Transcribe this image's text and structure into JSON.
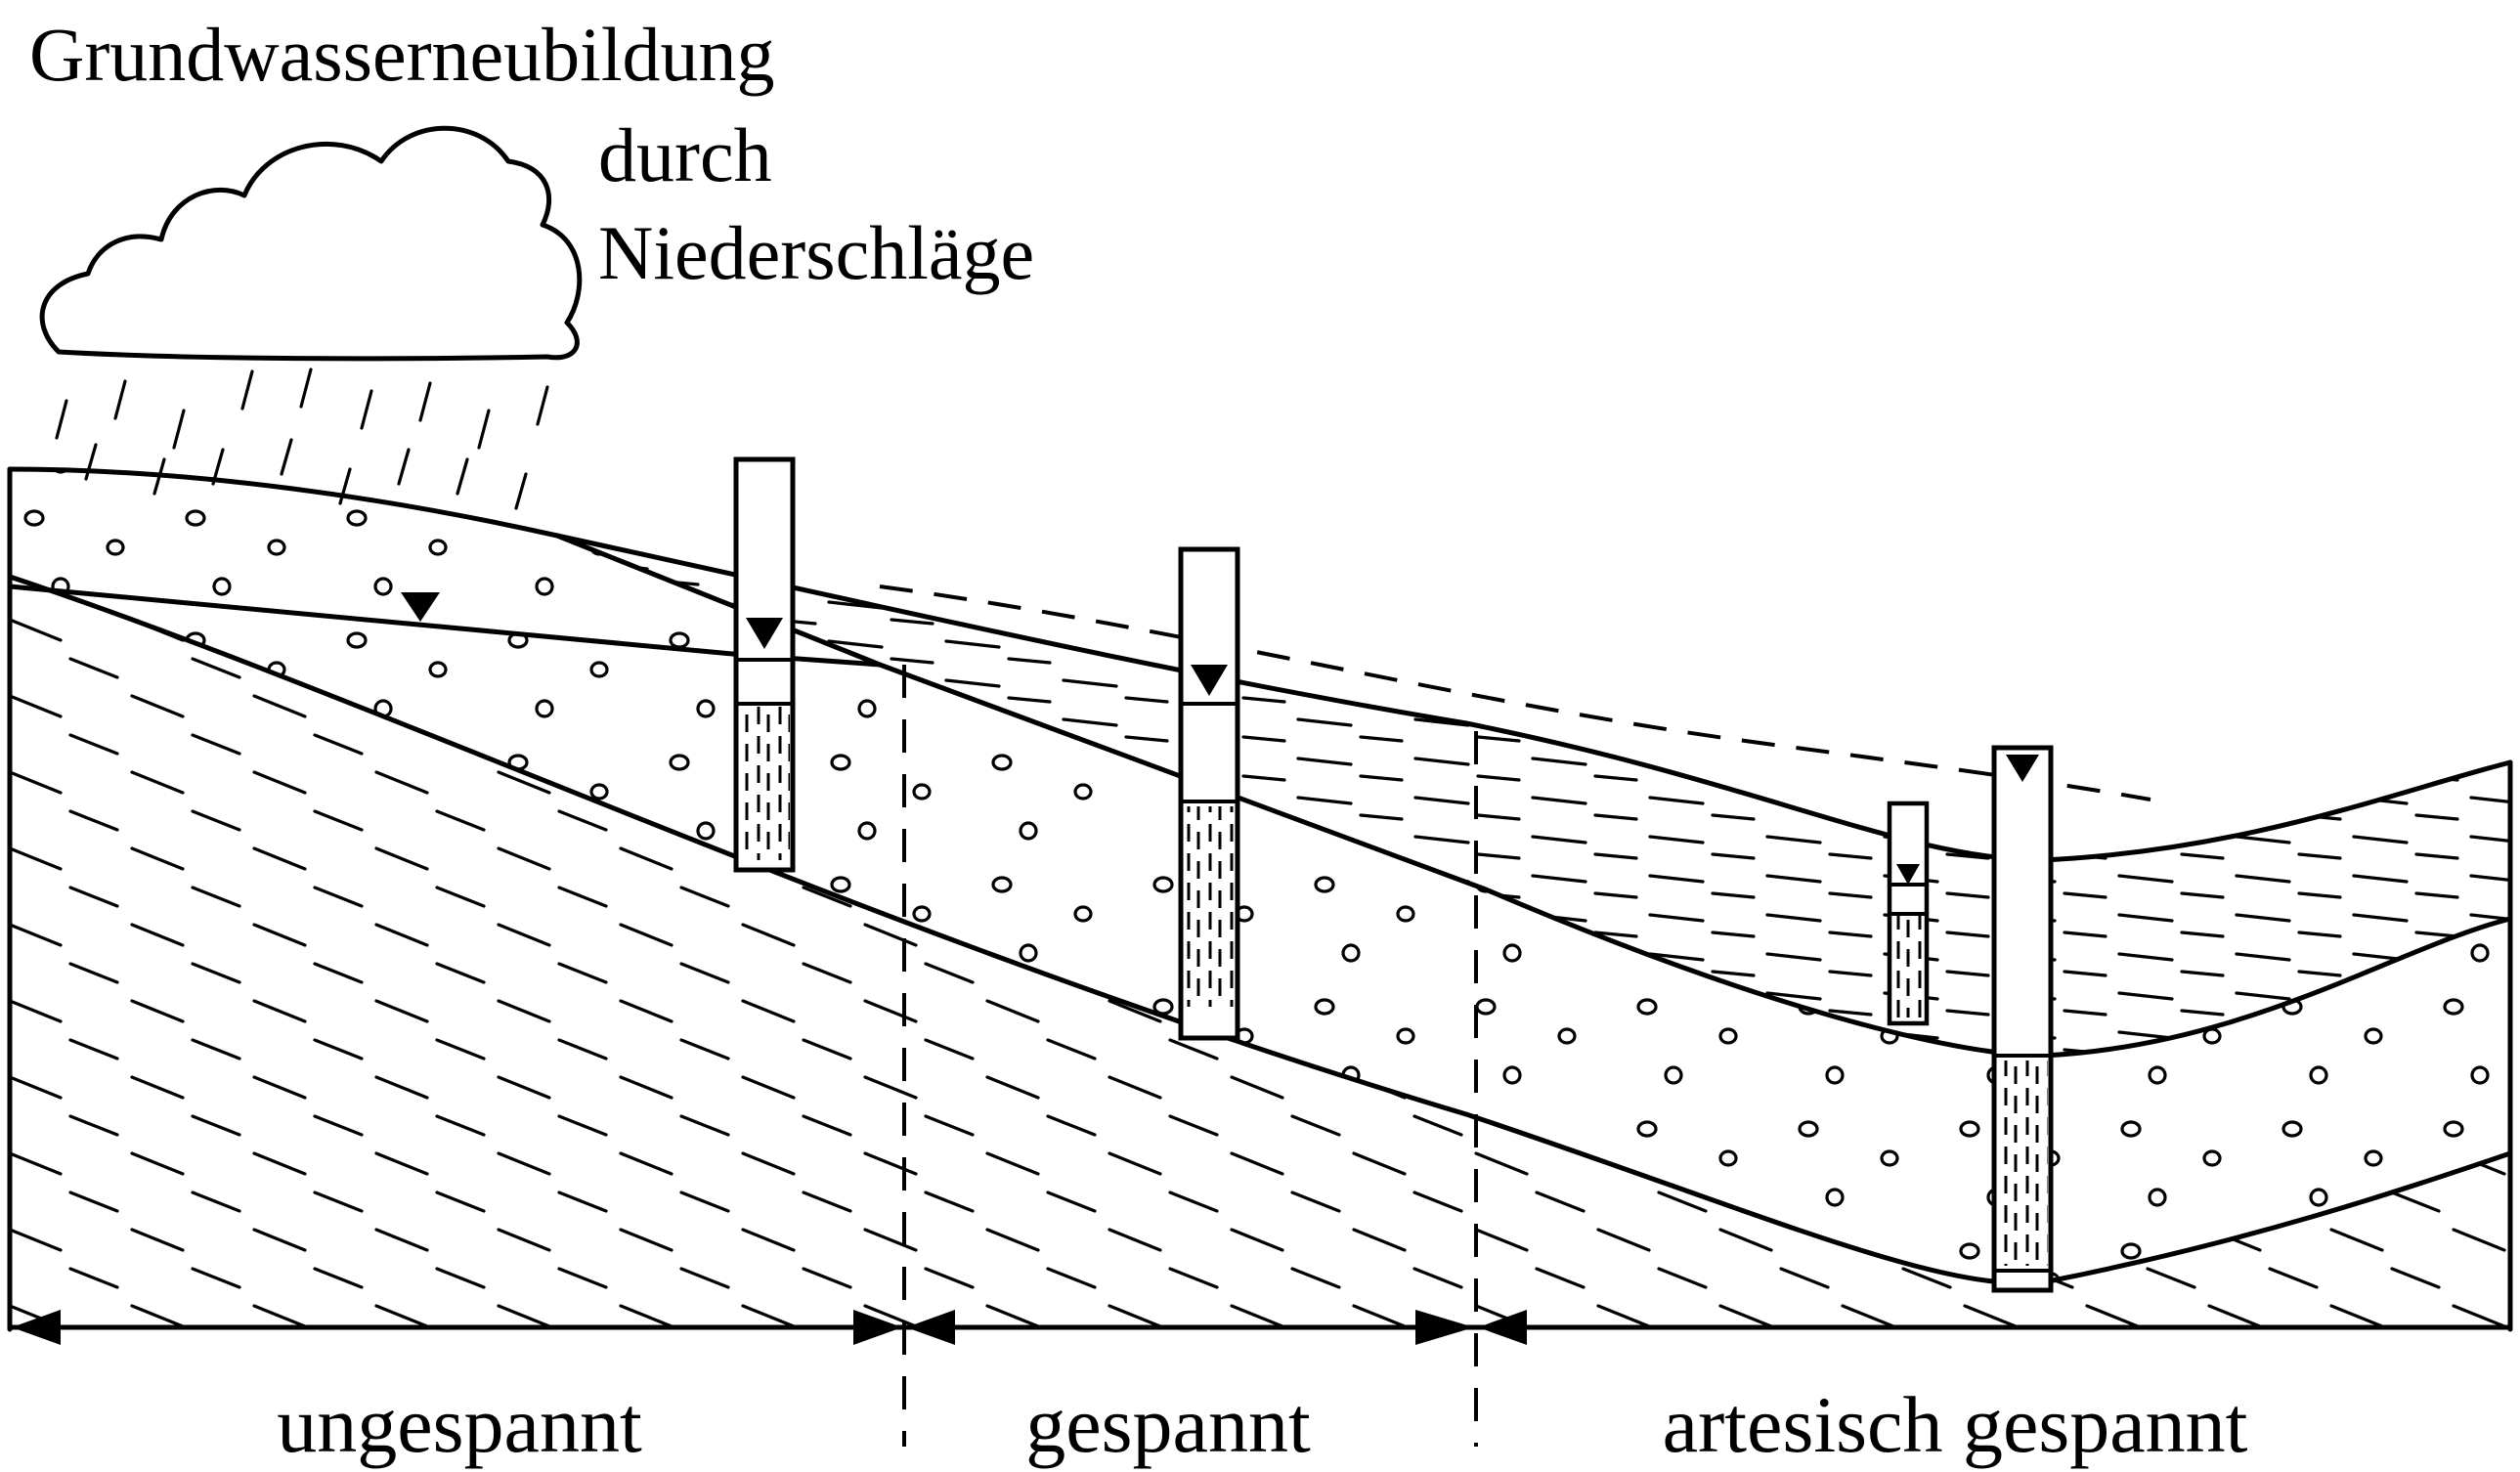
{
  "title": {
    "lines": [
      "Grundwasserneubildung",
      "durch",
      "Niederschläge"
    ]
  },
  "zones": [
    {
      "label": "ungespannt"
    },
    {
      "label": "gespannt"
    },
    {
      "label": "artesisch gespannt"
    }
  ],
  "colors": {
    "ink": "#000000",
    "background": "#ffffff"
  },
  "icons": {
    "cloud": "cloud-icon",
    "rain": "rain-icon",
    "water_level": "water-level-triangle-icon",
    "dimension_arrow": "dimension-arrow-icon"
  }
}
